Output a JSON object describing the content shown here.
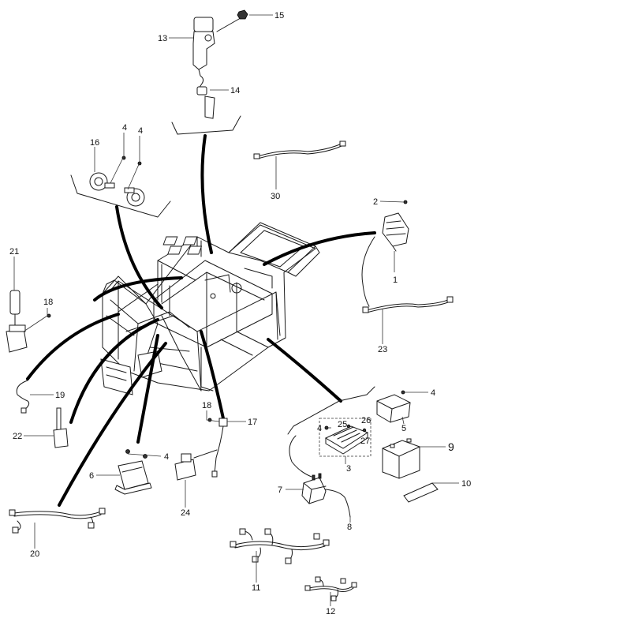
{
  "callouts": [
    {
      "id": "c1",
      "text": "1"
    },
    {
      "id": "c2",
      "text": "2"
    },
    {
      "id": "c3",
      "text": "3"
    },
    {
      "id": "c4a",
      "text": "4"
    },
    {
      "id": "c4b",
      "text": "4"
    },
    {
      "id": "c4c",
      "text": "4"
    },
    {
      "id": "c4d",
      "text": "4"
    },
    {
      "id": "c4e",
      "text": "4"
    },
    {
      "id": "c5",
      "text": "5"
    },
    {
      "id": "c6",
      "text": "6"
    },
    {
      "id": "c7",
      "text": "7"
    },
    {
      "id": "c8",
      "text": "8"
    },
    {
      "id": "c9",
      "text": "9"
    },
    {
      "id": "c10",
      "text": "10"
    },
    {
      "id": "c11",
      "text": "11"
    },
    {
      "id": "c12",
      "text": "12"
    },
    {
      "id": "c13",
      "text": "13"
    },
    {
      "id": "c14",
      "text": "14"
    },
    {
      "id": "c15",
      "text": "15"
    },
    {
      "id": "c16",
      "text": "16"
    },
    {
      "id": "c17",
      "text": "17"
    },
    {
      "id": "c18a",
      "text": "18"
    },
    {
      "id": "c18b",
      "text": "18"
    },
    {
      "id": "c19",
      "text": "19"
    },
    {
      "id": "c20",
      "text": "20"
    },
    {
      "id": "c21",
      "text": "21"
    },
    {
      "id": "c22",
      "text": "22"
    },
    {
      "id": "c23",
      "text": "23"
    },
    {
      "id": "c24",
      "text": "24"
    },
    {
      "id": "c25",
      "text": "25"
    },
    {
      "id": "c26",
      "text": "26"
    },
    {
      "id": "c27",
      "text": "27"
    },
    {
      "id": "c30",
      "text": "30"
    }
  ]
}
